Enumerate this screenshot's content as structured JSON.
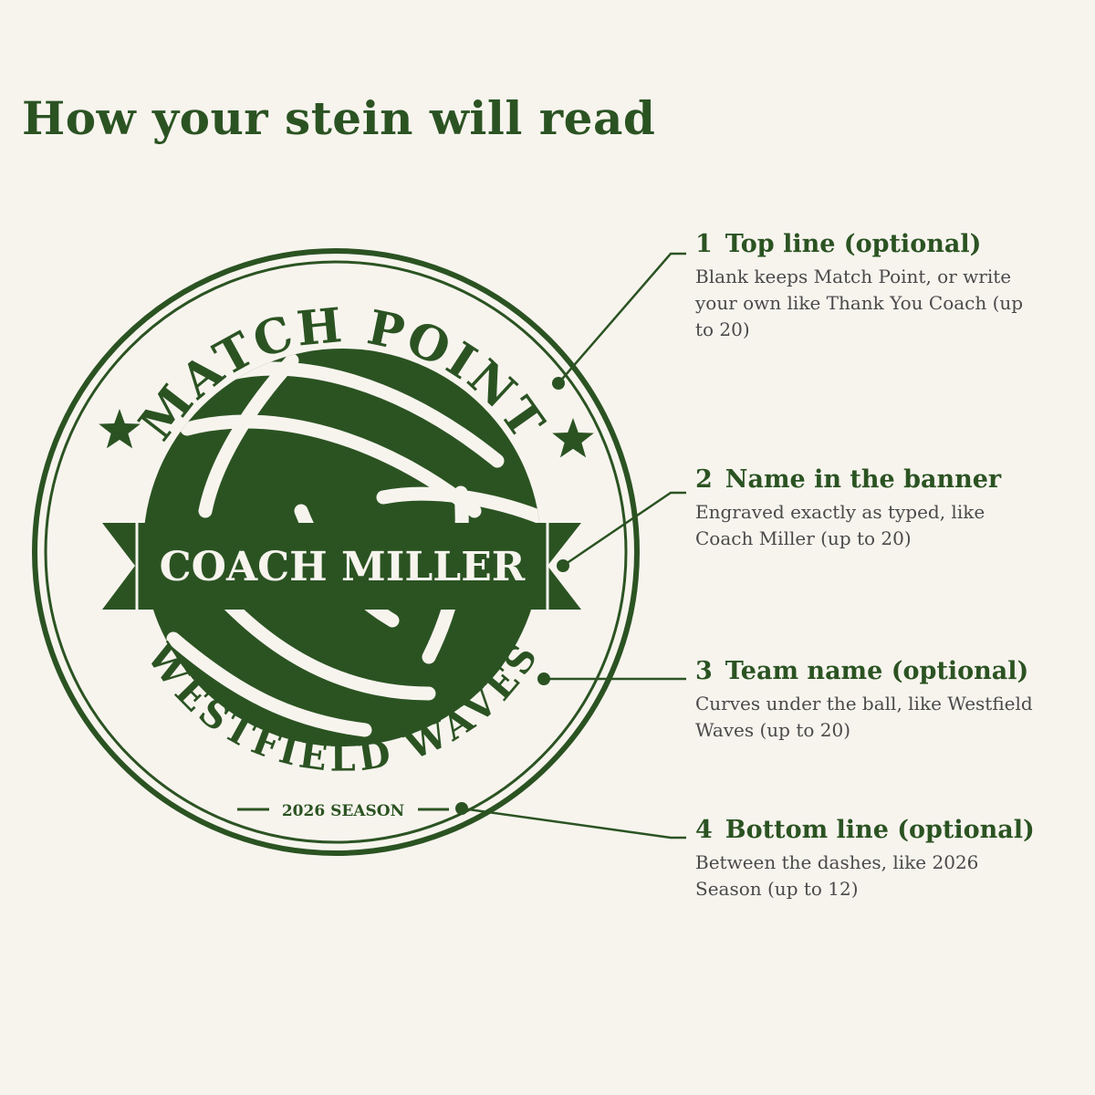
{
  "heading": "How your stein will read",
  "badge": {
    "top_text": "MATCH POINT",
    "banner_text": "COACH MILLER",
    "team_text": "WESTFIELD WAVES",
    "bottom_text": "2026 SEASON",
    "colors": {
      "green": "#2b5322",
      "cream": "#f7f4ee"
    }
  },
  "callouts": [
    {
      "number": "1",
      "title": "Top line (optional)",
      "description": "Blank keeps Match Point, or write your own like Thank You Coach (up to 20)"
    },
    {
      "number": "2",
      "title": "Name in the banner",
      "description": "Engraved exactly as typed, like Coach Miller (up to 20)"
    },
    {
      "number": "3",
      "title": "Team name (optional)",
      "description": "Curves under the ball, like Westfield Waves (up to 20)"
    },
    {
      "number": "4",
      "title": "Bottom line (optional)",
      "description": "Between the dashes, like 2026 Season (up to 12)"
    }
  ]
}
